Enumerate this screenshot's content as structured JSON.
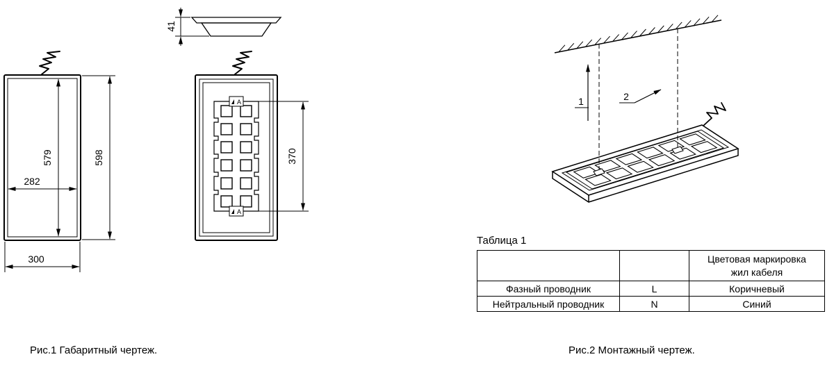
{
  "colors": {
    "ink": "#000000",
    "paper": "#ffffff"
  },
  "fig1": {
    "caption": "Рис.1 Габаритный чертеж.",
    "dims": {
      "height_profile": "41",
      "inner_height": "579",
      "inner_width": "282",
      "outer_height": "598",
      "outer_width": "300",
      "mount_span": "370"
    },
    "datum_label": "А"
  },
  "fig2": {
    "caption": "Рис.2 Монтажный чертеж.",
    "callout_1": "1",
    "callout_2": "2",
    "table": {
      "title": "Таблица 1",
      "col3_header": "Цветовая маркировка\nжил кабеля",
      "rows": [
        {
          "name": "Фазный проводник",
          "code": "L",
          "color": "Коричневый"
        },
        {
          "name": "Нейтральный проводник",
          "code": "N",
          "color": "Синий"
        }
      ]
    }
  }
}
